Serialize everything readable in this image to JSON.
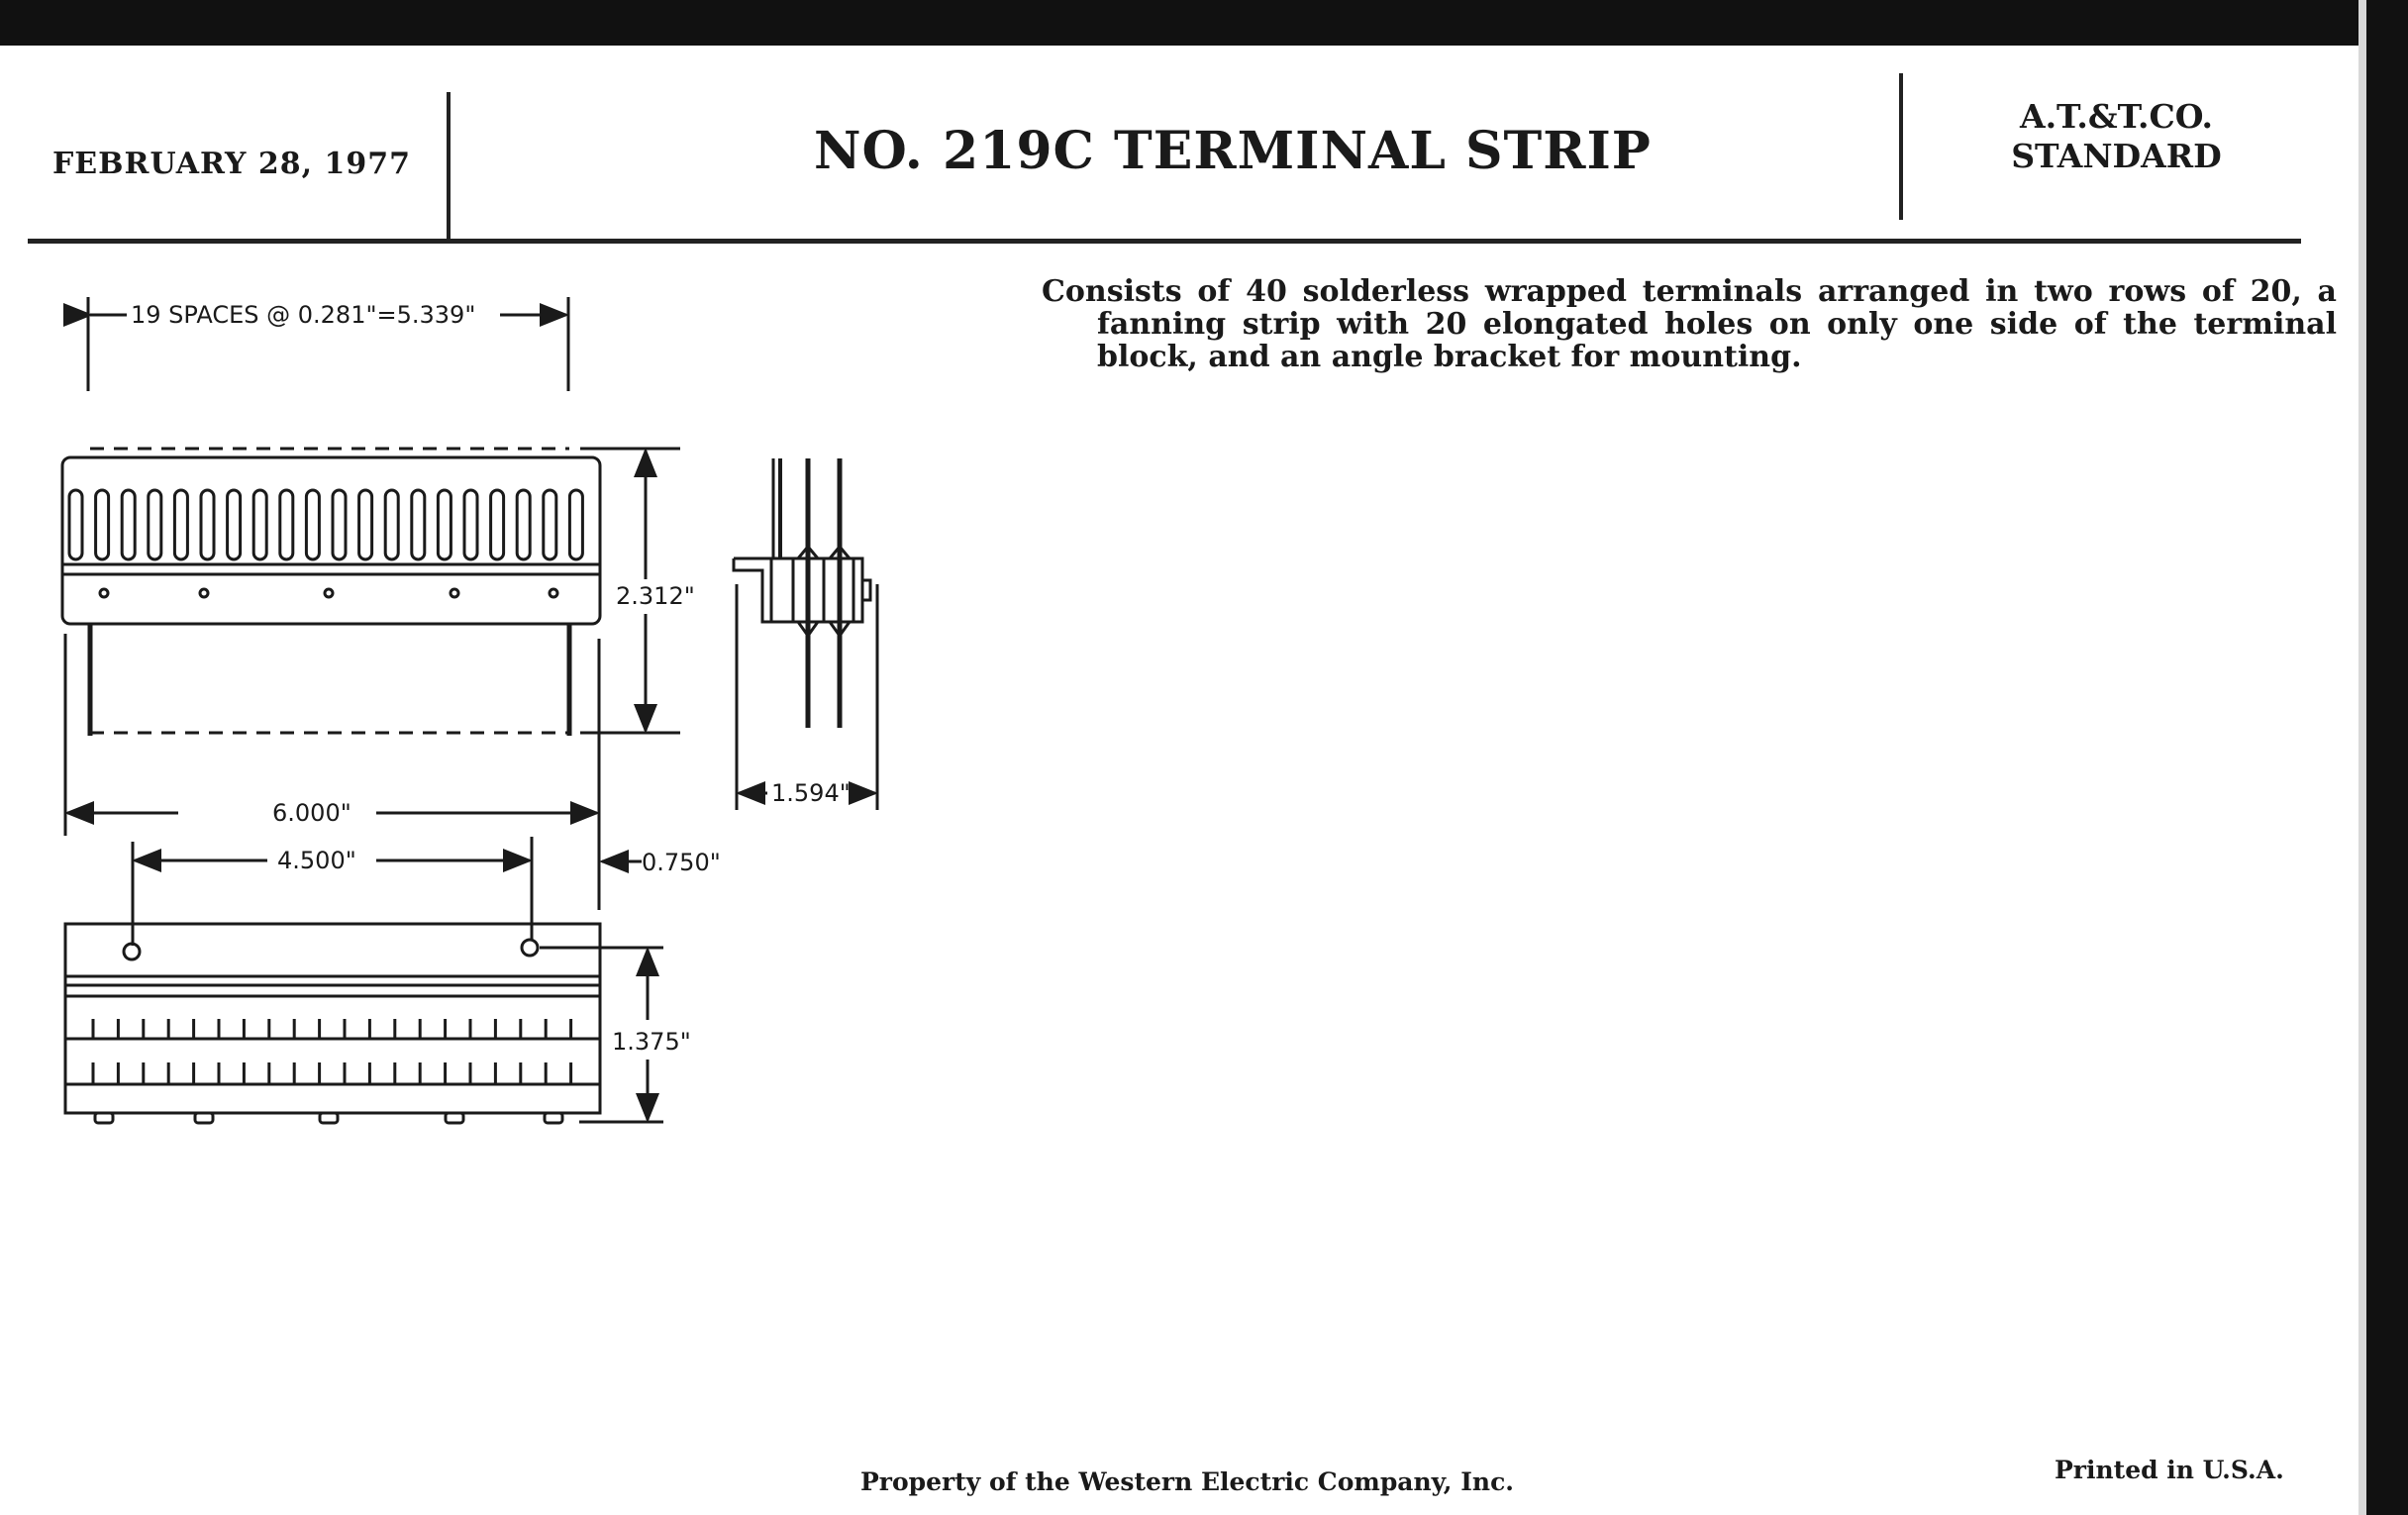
{
  "header": {
    "date": "FEBRUARY 28, 1977",
    "title": "NO. 219C TERMINAL STRIP",
    "standard_line1": "A.T.&T.CO.",
    "standard_line2": "STANDARD"
  },
  "description": "Consists of 40 solderless wrapped terminals arranged in two rows of 20, a fanning strip with 20 elongated holes on only one side of the terminal block, and an angle bracket for mounting.",
  "drawing": {
    "spacing_label": "19 SPACES @ 0.281\"=5.339\"",
    "height_label": "2.312\"",
    "width_label": "6.000\"",
    "hole_spacing_label": "4.500\"",
    "offset_label": "0.750\"",
    "depth_label": "1.594\"",
    "block_height_label": "1.375\""
  },
  "footer": {
    "property": "Property of the Western Electric Company, Inc.",
    "printed": "Printed in U.S.A."
  }
}
